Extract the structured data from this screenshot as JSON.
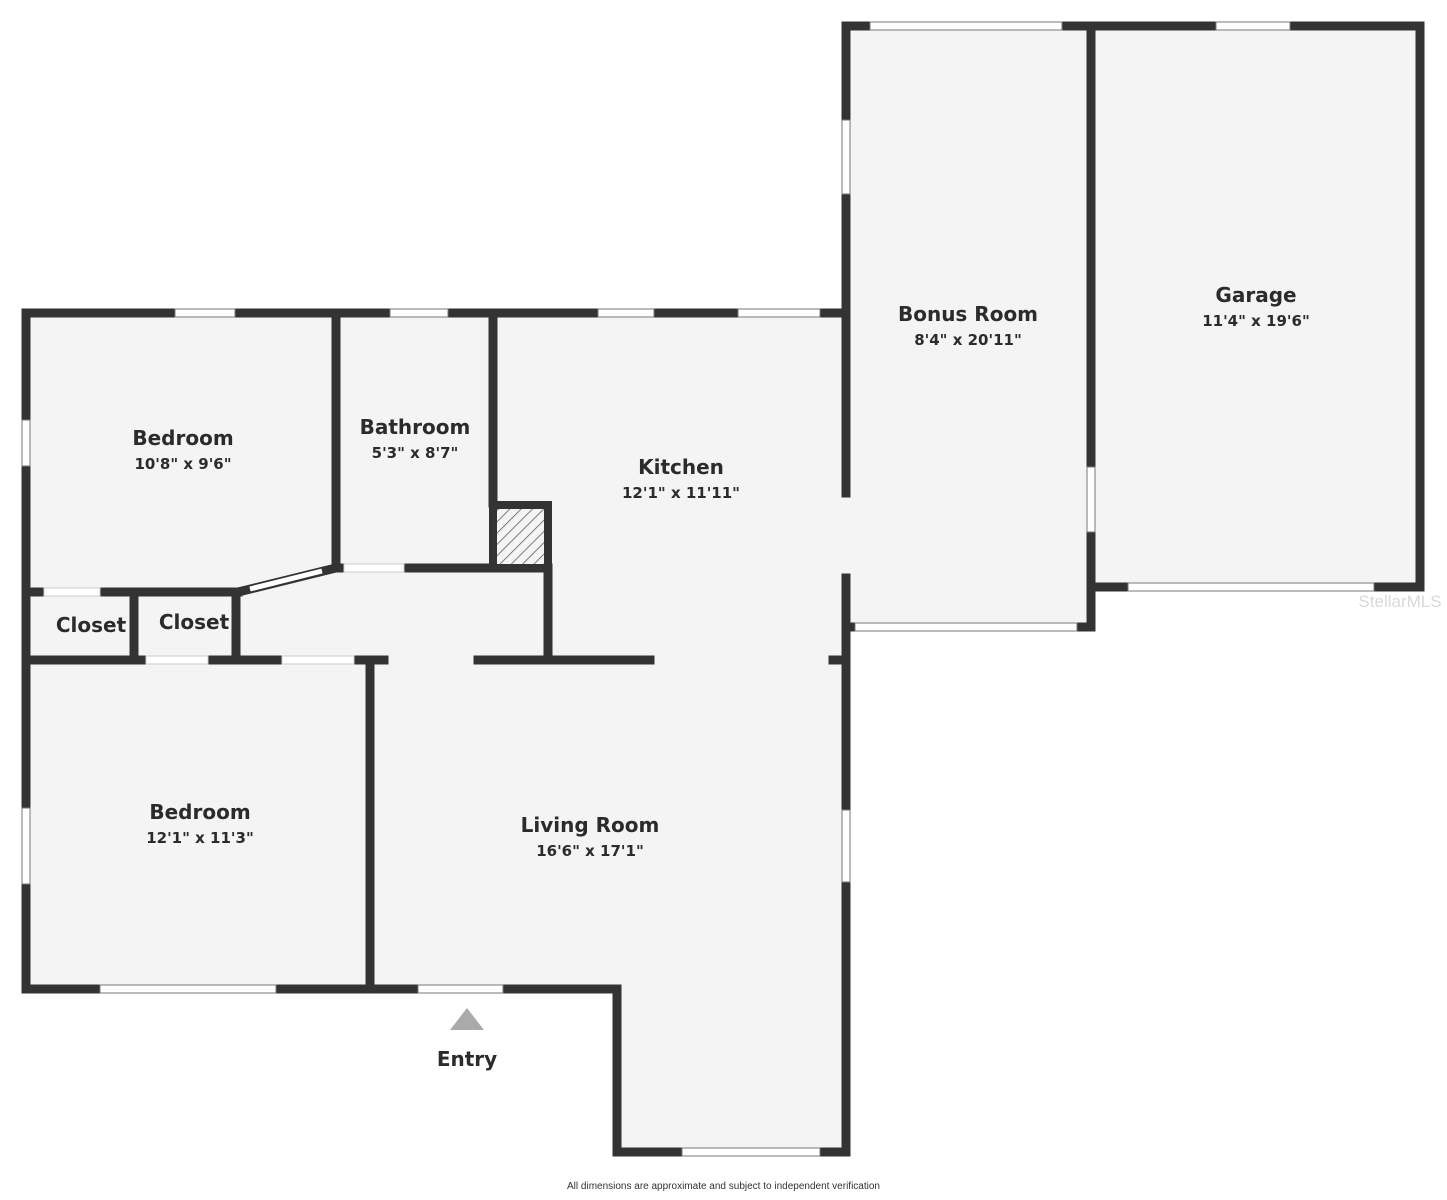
{
  "rooms": {
    "bedroom_top": {
      "name": "Bedroom",
      "dim": "10'8\" x 9'6\""
    },
    "bathroom": {
      "name": "Bathroom",
      "dim": "5'3\" x 8'7\""
    },
    "kitchen": {
      "name": "Kitchen",
      "dim": "12'1\" x 11'11\""
    },
    "bonus_room": {
      "name": "Bonus Room",
      "dim": "8'4\" x 20'11\""
    },
    "garage": {
      "name": "Garage",
      "dim": "11'4\" x 19'6\""
    },
    "closet_left": {
      "name": "Closet"
    },
    "closet_right": {
      "name": "Closet"
    },
    "bedroom_bottom": {
      "name": "Bedroom",
      "dim": "12'1\" x 11'3\""
    },
    "living_room": {
      "name": "Living Room",
      "dim": "16'6\" x 17'1\""
    }
  },
  "entry": {
    "label": "Entry"
  },
  "watermark": "StellarMLS",
  "disclaimer": "All dimensions are approximate and subject to independent verification",
  "colors": {
    "wall": "#333333",
    "floor": "#f4f4f4",
    "window": "#ffffff",
    "entry_marker": "#aaaaaa"
  }
}
